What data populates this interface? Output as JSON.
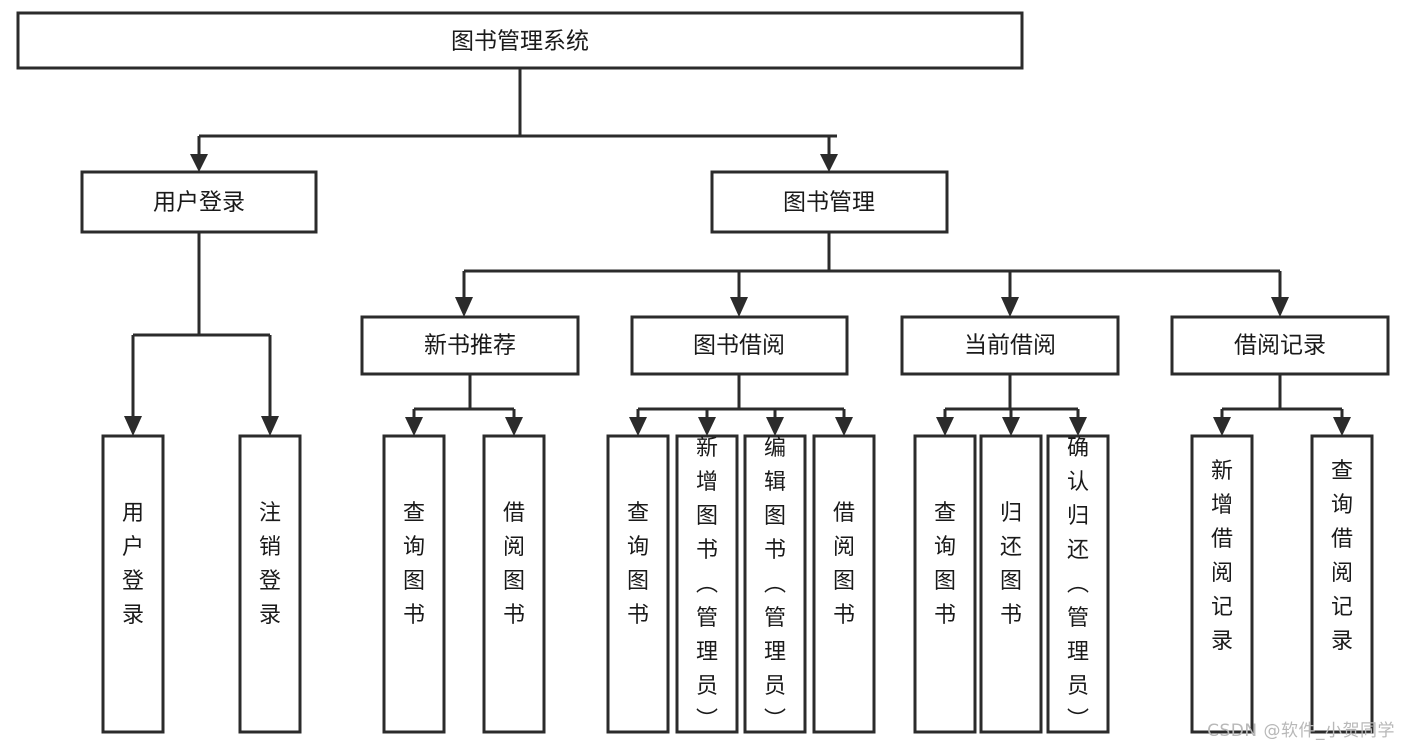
{
  "diagram": {
    "title": "图书管理系统",
    "type": "tree-hierarchy",
    "watermark": "CSDN @软件_小贺同学",
    "colors": {
      "stroke": "#2b2b2b",
      "fill": "#ffffff",
      "text": "#1a1a1a",
      "watermark": "#b8b8b8"
    },
    "root": {
      "label": "图书管理系统"
    },
    "level2": [
      {
        "label": "用户登录"
      },
      {
        "label": "图书管理"
      }
    ],
    "level3": [
      {
        "label": "新书推荐"
      },
      {
        "label": "图书借阅"
      },
      {
        "label": "当前借阅"
      },
      {
        "label": "借阅记录"
      }
    ],
    "leaves": {
      "user_login": [
        {
          "label": "用户登录"
        },
        {
          "label": "注销登录"
        }
      ],
      "new_book": [
        {
          "label": "查询图书"
        },
        {
          "label": "借阅图书"
        }
      ],
      "borrow_book": [
        {
          "label": "查询图书"
        },
        {
          "label": "新增图书（管理员）"
        },
        {
          "label": "编辑图书（管理员）"
        },
        {
          "label": "借阅图书"
        }
      ],
      "current_borrow": [
        {
          "label": "查询图书"
        },
        {
          "label": "归还图书"
        },
        {
          "label": "确认归还（管理员）"
        }
      ],
      "borrow_record": [
        {
          "label": "新增借阅记录"
        },
        {
          "label": "查询借阅记录"
        }
      ]
    }
  }
}
